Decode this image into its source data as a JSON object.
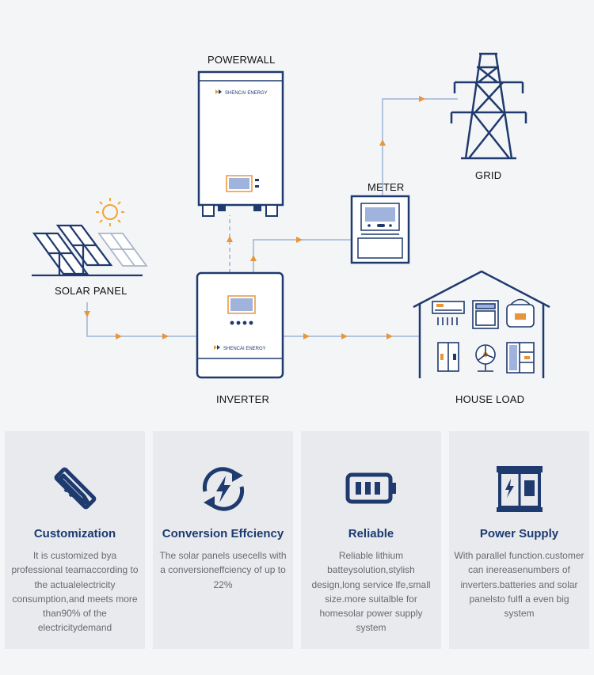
{
  "colors": {
    "navy": "#1f3a6e",
    "orange": "#e8963a",
    "flow": "#9db4d6",
    "screen": "#9fb3dc",
    "sun": "#f1a633"
  },
  "labels": {
    "powerwall": "POWERWALL",
    "grid": "GRID",
    "meter": "METER",
    "solar_panel": "SOLAR PANEL",
    "inverter": "INVERTER",
    "house_load": "HOUSE LOAD",
    "brand": "SHENCAI ENERGY"
  },
  "features": [
    {
      "icon": "ruler-pencil-icon",
      "title": "Customization",
      "desc": "It is customized bya professional teamaccording to the actualelectricity consumption,and meets more than90% of the electricitydemand"
    },
    {
      "icon": "lightning-cycle-icon",
      "title": "Conversion Effciency",
      "desc": "The solar panels usecells with a conversioneffciency of up to 22%"
    },
    {
      "icon": "battery-icon",
      "title": "Reliable",
      "desc": "Reliable lithium batteysolution,stylish design,long service lfe,small size.more suitalble for homesolar power supply system"
    },
    {
      "icon": "power-cabinet-icon",
      "title": "Power Supply",
      "desc": "With parallel function.customer can inereasenumbers of inverters.batteries and solar panelsto fulfl a even big system"
    }
  ]
}
